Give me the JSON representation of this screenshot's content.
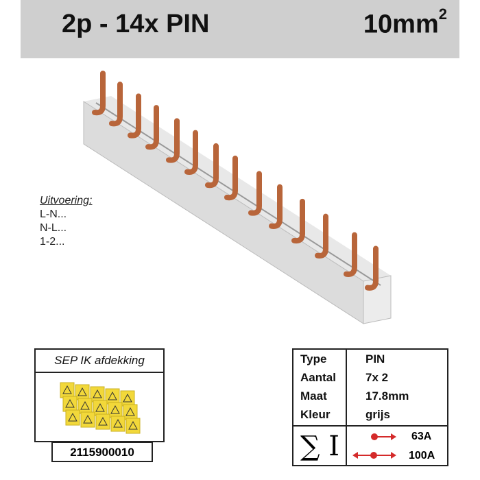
{
  "header": {
    "title": "2p - 14x PIN",
    "size": "10mm",
    "size_exp": "2"
  },
  "variants": {
    "label": "Uitvoering:",
    "items": [
      "L-N...",
      "N-L...",
      "1-2..."
    ]
  },
  "cover": {
    "caption": "SEP IK afdekking",
    "code": "2115900010"
  },
  "spec": {
    "rows": [
      {
        "key": "Type",
        "value": "PIN"
      },
      {
        "key": "Aantal",
        "value": "7x 2"
      },
      {
        "key": "Maat",
        "value": "17.8mm"
      },
      {
        "key": "Kleur",
        "value": "grijs"
      }
    ],
    "current_symbol": "∑ I",
    "ratings": [
      "63A",
      "100A"
    ]
  },
  "colors": {
    "header_bg": "#cfcfcf",
    "copper": "#b8653a",
    "arrow": "#d42a2a",
    "cover_yellow": "#f2d83a"
  }
}
